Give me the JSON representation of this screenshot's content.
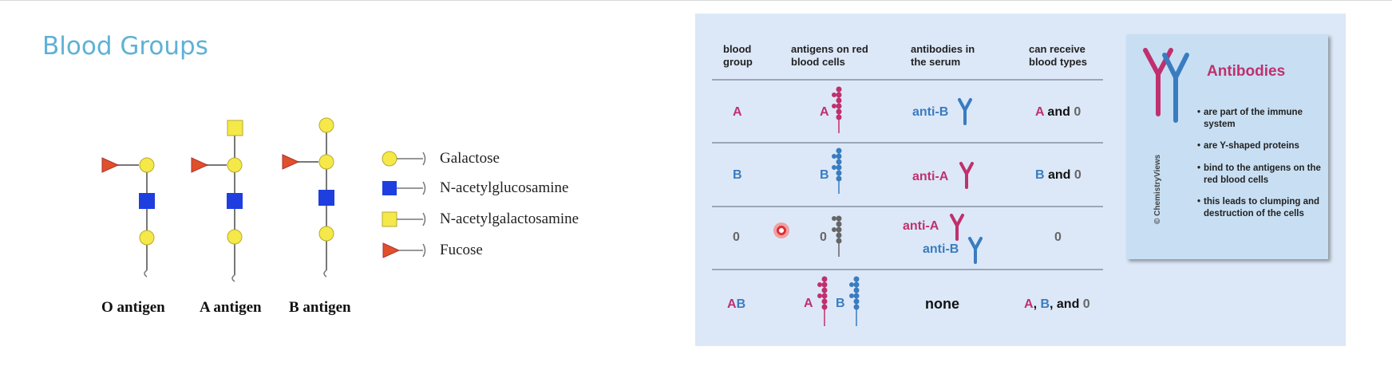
{
  "slide": {
    "title": "Blood Groups"
  },
  "antigen_diagram": {
    "legend": [
      {
        "shape": "yellow-circle",
        "label": "Galactose"
      },
      {
        "shape": "blue-square",
        "label": "N-acetylglucosamine"
      },
      {
        "shape": "yellow-square",
        "label": "N-acetylgalactosamine"
      },
      {
        "shape": "red-triangle",
        "label": "Fucose"
      }
    ],
    "antigens": [
      "O antigen",
      "A antigen",
      "B antigen"
    ],
    "colors": {
      "galactose": "#f5e94a",
      "glcnac": "#1e3ee0",
      "galnac": "#f5e94a",
      "fucose": "#e0502a"
    }
  },
  "blood_table": {
    "headers": [
      "blood group",
      "antigens on red blood cells",
      "antibodies in the serum",
      "can receive blood types"
    ],
    "rows": [
      {
        "group": "A",
        "antigen_label": "A",
        "antibodies": [
          "anti-B"
        ],
        "receive": [
          "A",
          " and ",
          "0"
        ]
      },
      {
        "group": "B",
        "antigen_label": "B",
        "antibodies": [
          "anti-A"
        ],
        "receive": [
          "B",
          " and ",
          "0"
        ]
      },
      {
        "group": "0",
        "antigen_label": "0",
        "antibodies": [
          "anti-A",
          "anti-B"
        ],
        "receive": [
          "0"
        ]
      },
      {
        "group": "AB",
        "antigen_label_a": "A",
        "antigen_label_b": "B",
        "antibodies": [
          "none"
        ],
        "receive": [
          "A",
          ", ",
          "B",
          ", and ",
          "0"
        ]
      }
    ],
    "colors": {
      "a": "#c0306e",
      "b": "#3a7cc0",
      "zero": "#666666",
      "panel": "#dce8f7"
    }
  },
  "antibodies_card": {
    "title": "Antibodies",
    "bullets": [
      "are part of the immune system",
      "are Y-shaped proteins",
      "bind to the antigens on the red blood cells",
      "this leads to clumping and destruction of the cells"
    ],
    "watermark": "© ChemistryViews"
  }
}
